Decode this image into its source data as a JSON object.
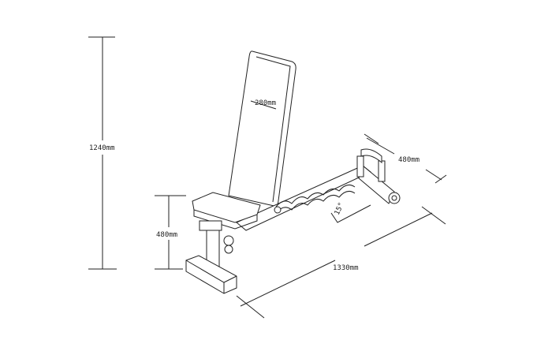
{
  "dimensions": {
    "overall_height": "1240mm",
    "backrest_width": "280mm",
    "base_width": "480mm",
    "seat_height": "480mm",
    "overall_length": "1330mm",
    "incline_angle": "15°"
  }
}
